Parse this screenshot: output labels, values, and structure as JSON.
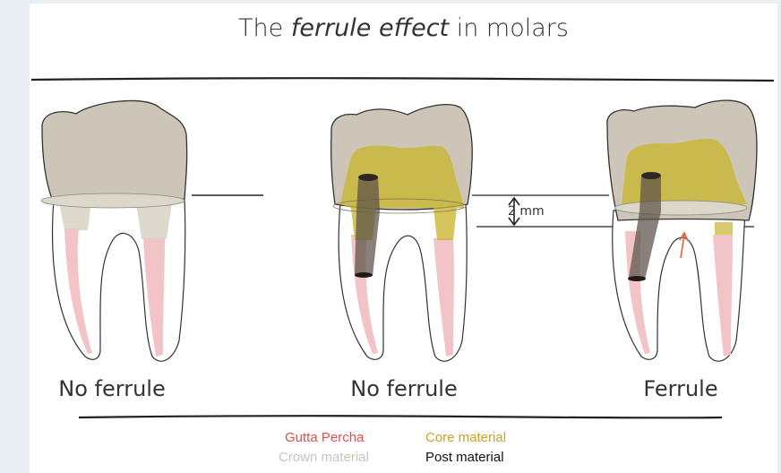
{
  "title": {
    "pre": "The ",
    "italic": "ferrule effect",
    "post": " in molars"
  },
  "teeth": [
    {
      "label": "No ferrule"
    },
    {
      "label": "No ferrule"
    },
    {
      "label": "Ferrule"
    }
  ],
  "measurement": "2 mm",
  "legend": [
    {
      "label": "Gutta Percha",
      "color": "#d9534f"
    },
    {
      "label": "Core material",
      "color": "#c9a227"
    },
    {
      "label": "Crown material",
      "color": "#c9c5bb"
    },
    {
      "label": "Post material",
      "color": "#111111"
    }
  ],
  "colors": {
    "crown": "#cdc6b8",
    "core": "#c9b52e",
    "gutta": "#f2c4c8",
    "post": "#5a5048",
    "arrow": "#e8603c"
  }
}
